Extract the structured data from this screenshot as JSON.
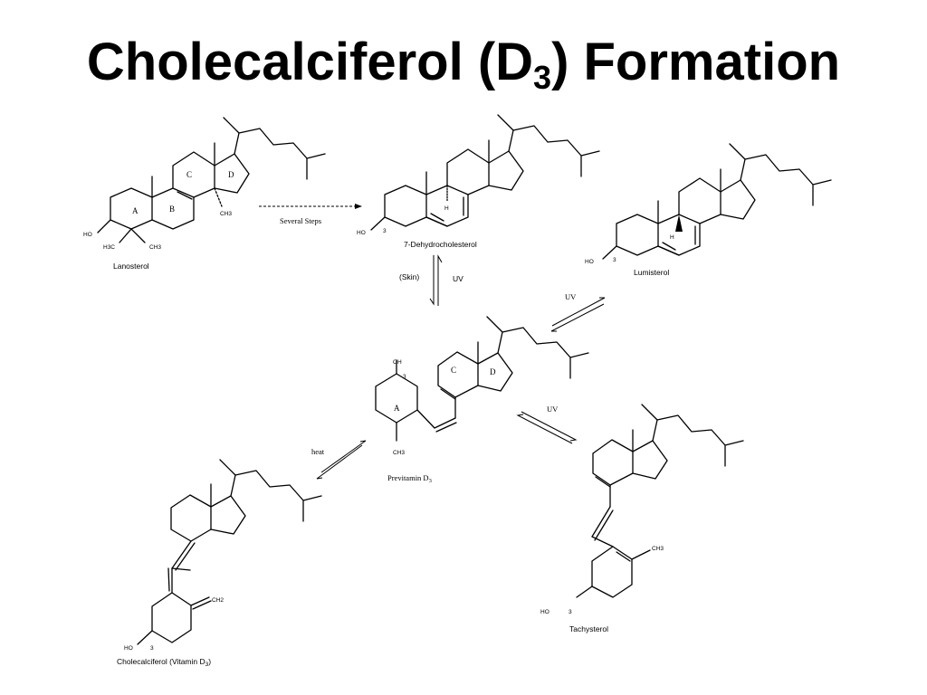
{
  "title": {
    "main": "Cholecalciferol (D",
    "sub": "3",
    "tail": ") Formation"
  },
  "molecules": {
    "lanosterol": {
      "name": "Lanosterol",
      "ho": "HO",
      "ch3_left": "H3C",
      "ch3_right": "CH3",
      "ch3_c14": "CH3",
      "rings": [
        "A",
        "B",
        "C",
        "D"
      ]
    },
    "dehydro": {
      "name": "7-Dehydrocholesterol",
      "ho": "HO",
      "pos": "3",
      "h": "H"
    },
    "lumisterol": {
      "name": "Lumisterol",
      "ho": "HO",
      "pos": "3",
      "h": "H"
    },
    "previtamin": {
      "name": "Previtamin D",
      "sub": "3",
      "oh": "OH",
      "pos": "3",
      "ch3": "CH3",
      "rings": [
        "A",
        "C",
        "D"
      ]
    },
    "tachysterol": {
      "name": "Tachysterol",
      "ho": "HO",
      "pos": "3",
      "ch3": "CH3"
    },
    "chole": {
      "name": "Cholecalciferol (Vitamin D",
      "sub": "3",
      "tail": ")",
      "ho": "HO",
      "pos": "3",
      "ch2": "CH2"
    }
  },
  "reactions": {
    "several_steps": "Several Steps",
    "skin": "(Skin)",
    "uv_skin": "UV",
    "uv_lumi": "UV",
    "uv_tachy": "UV",
    "heat": "heat"
  }
}
